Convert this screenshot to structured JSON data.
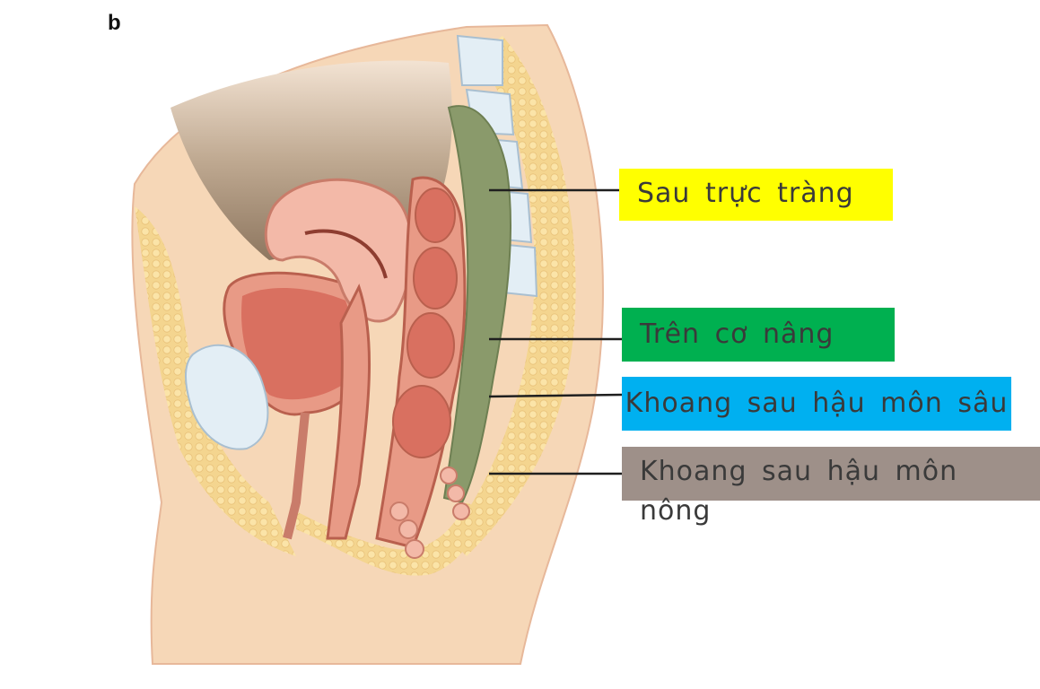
{
  "figure": {
    "panel_letter": "b"
  },
  "labels": [
    {
      "text": "Sau trực tràng",
      "bg": "#FFFF00"
    },
    {
      "text": "Trên cơ nâng",
      "bg": "#00B050"
    },
    {
      "text": "Khoang sau hậu môn sâu",
      "bg": "#00B0F0"
    },
    {
      "text": "Khoang sau hậu môn nông",
      "bg": "#9E9089"
    }
  ],
  "colors": {
    "skin": "#F6D7B7",
    "fat": "#F4D58F",
    "organ_wall": "#E89A86",
    "organ_inner": "#D97060",
    "rectal_space": "#8A9A6B",
    "pelvic_cavity": "#B9A48E",
    "bone": "#E3EEF5"
  }
}
